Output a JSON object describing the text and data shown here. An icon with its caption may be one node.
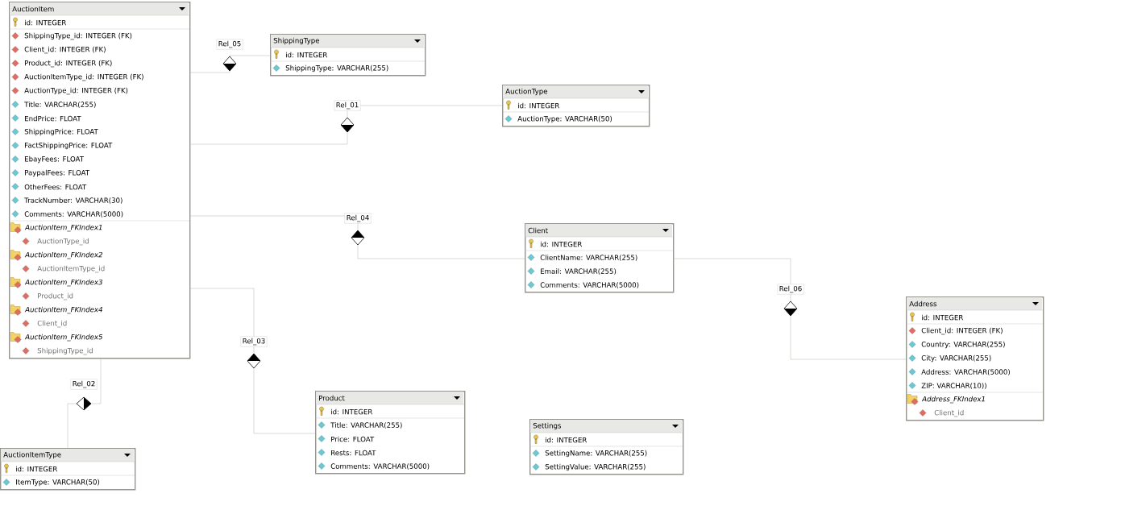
{
  "diagram": {
    "nodes": [
      {
        "text": [
          "AuctionItem",
          "id: INTEGER",
          "ShippingType_id: INTEGER (FK)",
          "Client_id: INTEGER (FK)",
          "Product_id: INTEGER (FK)",
          "AuctionItemType_id: INTEGER (FK)",
          "AuctionType_id: INTEGER (FK)",
          "Title: VARCHAR(255)",
          "EndPrice: FLOAT",
          "ShippingPrice: FLOAT",
          "FactShippingPrice: FLOAT",
          "EbayFees: FLOAT",
          "PaypalFees: FLOAT",
          "OtherFees: FLOAT",
          "TrackNumber: VARCHAR(30)",
          "Comments: VARCHAR(5000)",
          "AuctionItem_FKIndex1",
          "AuctionType_id",
          "AuctionItem_FKIndex2",
          "AuctionItemType_id",
          "AuctionItem_FKIndex3",
          "Product_id",
          "AuctionItem_FKIndex4",
          "Client_id",
          "AuctionItem_FKIndex5",
          "ShippingType_id"
        ]
      },
      {
        "text": [
          "ShippingType",
          "id: INTEGER",
          "ShippingType: VARCHAR(255)"
        ]
      },
      {
        "text": [
          "AuctionType",
          "id: INTEGER",
          "AuctionType: VARCHAR(50)"
        ]
      },
      {
        "text": [
          "Client",
          "id: INTEGER",
          "ClientName: VARCHAR(255)",
          "Email: VARCHAR(255)",
          "Comments: VARCHAR(5000)"
        ]
      },
      {
        "text": [
          "Address",
          "id: INTEGER",
          "Client_id: INTEGER (FK)",
          "Country: VARCHAR(255)",
          "City: VARCHAR(255)",
          "Address: VARCHAR(5000)",
          "ZIP: VARCHAR(10))",
          "Address_FKIndex1",
          "Client_id"
        ]
      },
      {
        "text": [
          "Product",
          "id: INTEGER",
          "Title: VARCHAR(255)",
          "Price: FLOAT",
          "Rests: FLOAT",
          "Comments: VARCHAR(5000)"
        ]
      },
      {
        "text": [
          "Settings",
          "id: INTEGER",
          "SettingName: VARCHAR(255)",
          "SettingValue: VARCHAR(255)"
        ]
      },
      {
        "text": [
          "AuctionItemType",
          "id: INTEGER",
          "ItemType: VARCHAR(50)"
        ]
      }
    ],
    "edges": [
      {
        "from": 1,
        "to": 0,
        "arrow": "to",
        "label": "Rel_05"
      },
      {
        "from": 2,
        "to": 0,
        "arrow": "to",
        "label": "Rel_01"
      },
      {
        "from": 3,
        "to": 0,
        "arrow": "to",
        "label": "Rel_04"
      },
      {
        "from": 5,
        "to": 0,
        "arrow": "to",
        "label": "Rel_03"
      },
      {
        "from": 7,
        "to": 0,
        "arrow": "to",
        "label": "Rel_02"
      },
      {
        "from": 3,
        "to": 4,
        "arrow": "to",
        "label": "Rel_06"
      }
    ]
  }
}
